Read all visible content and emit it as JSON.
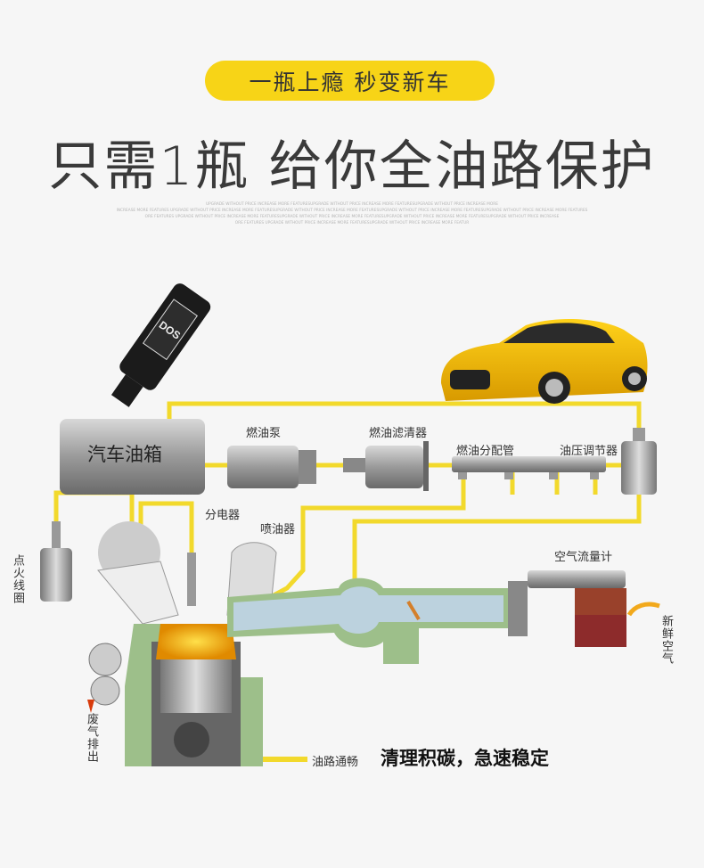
{
  "banner": {
    "pill_text": "一瓶上瘾  秒变新车",
    "headline": "只需1瓶 给你全油路保护"
  },
  "fine_print": [
    "UPGRADE WITHOUT PRICE INCREASE MORE FEATURESUPGRADE WITHOUT PRICE INCREASE MORE FEATURESUPGRADE WITHOUT PRICE INCREASE MORE",
    "INCREASE MORE FEATURES UPGRADE WITHOUT PRICE INCREASE MORE FEATURESUPGRADE WITHOUT PRICE INCREASE MORE FEATURESUPGRADE WITHOUT PRICE INCREASE MORE FEATURESUPGRADE WITHOUT PRICE INCREASE MORE FEATURES",
    "ORE FEATURES UPGRADE WITHOUT PRICE INCREASE MORE FEATURESUPGRADE WITHOUT PRICE INCREASE MORE FEATURESUPGRADE WITHOUT PRICE INCREASE MORE FEATURESUPGRADE WITHOUT PRICE INCREASE",
    "ORE FEATURES UPGRADE WITHOUT PRICE INCREASE MORE FEATURESUPGRADE WITHOUT PRICE INCREASE MORE FEATUR"
  ],
  "diagram": {
    "fuel_tank": "汽车油箱",
    "fuel_pump": "燃油泵",
    "fuel_filter": "燃油滤清器",
    "fuel_rail": "燃油分配管",
    "pressure_regulator": "油压调节器",
    "distributor": "分电器",
    "injector": "喷油器",
    "ignition_coil": "点火线圈",
    "air_flow_meter": "空气流量计",
    "fresh_air": "新鲜空气",
    "exhaust": "废气排出",
    "legend_label": "油路通畅",
    "slogan": "清理积碳，急速稳定"
  },
  "colors": {
    "accent": "#f7d417",
    "fuel_line": "#f2d92c",
    "casing": "#9dbf8a"
  }
}
